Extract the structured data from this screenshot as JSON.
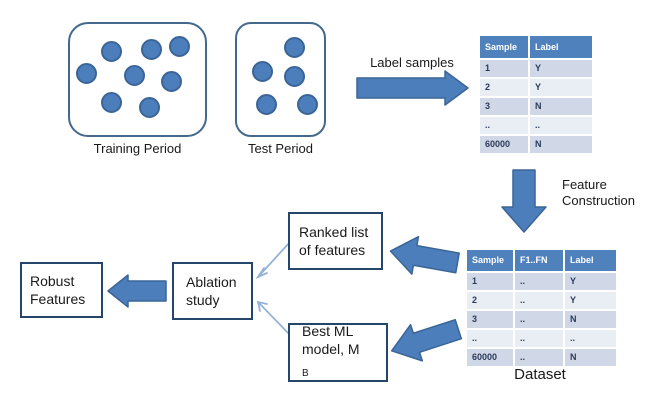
{
  "colors": {
    "accent": "#4d7ebc",
    "arrow_outline": "#3a6596",
    "box_border": "#24466b",
    "container_border": "#44698d",
    "table_header_bg": "#4f81bd",
    "band_odd": "#d0d8e8",
    "band_even": "#e9edf4",
    "connector": "#95b3d7"
  },
  "training_period": {
    "label": "Training Period",
    "dot_count": 8
  },
  "test_period": {
    "label": "Test Period",
    "dot_count": 5
  },
  "arrows": {
    "label_samples": "Label samples",
    "feature_construction_line1": "Feature",
    "feature_construction_line2": "Construction"
  },
  "table1": {
    "headers": [
      "Sample",
      "Label"
    ],
    "rows": [
      [
        "1",
        "Y"
      ],
      [
        "2",
        "Y"
      ],
      [
        "3",
        "N"
      ],
      [
        "..",
        ".."
      ],
      [
        "60000",
        "N"
      ]
    ]
  },
  "table2": {
    "caption": "Dataset",
    "headers": [
      "Sample",
      "F1..FN",
      "Label"
    ],
    "rows": [
      [
        "1",
        "..",
        "Y"
      ],
      [
        "2",
        "..",
        "Y"
      ],
      [
        "3",
        "..",
        "N"
      ],
      [
        "..",
        "..",
        ".."
      ],
      [
        "60000",
        "..",
        "N"
      ]
    ]
  },
  "boxes": {
    "ranked": {
      "line1": "Ranked list",
      "line2": "of features"
    },
    "best_ml": {
      "line1": "Best ML",
      "line2_prefix": "model, M",
      "line2_sub": "B"
    },
    "ablation": {
      "line1": "Ablation",
      "line2": "study"
    },
    "robust": {
      "line1": "Robust",
      "line2": "Features"
    }
  }
}
